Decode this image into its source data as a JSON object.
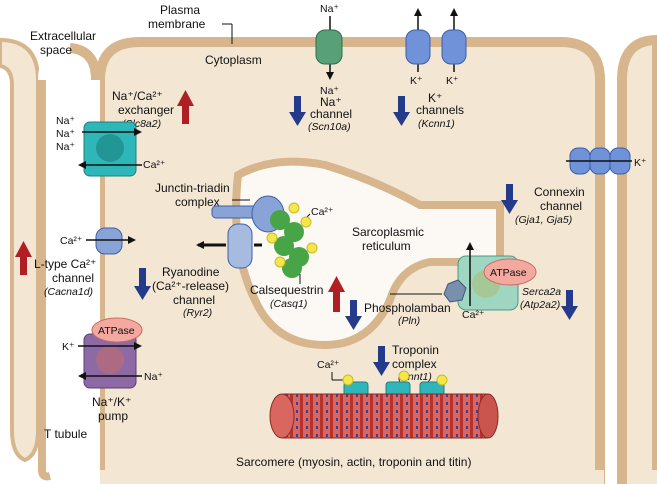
{
  "colors": {
    "cytoplasm": "#f3e7d4",
    "membrane": "#d7b58d",
    "sr_fill": "#fcf9f5",
    "up_arrow": "#b01f24",
    "down_arrow": "#243a8a",
    "channel_blue": "#6f92d8",
    "na_channel_green": "#58a078",
    "exchanger_teal": "#2fb6b8",
    "pump_purple": "#8d6aa6",
    "calsequestrin_green": "#47a447",
    "ca_yellow": "#f3e74a",
    "atpase_pink": "#f3a9a0"
  },
  "labels": {
    "extracellular_1": "Extracellular",
    "extracellular_2": "space",
    "plasma_1": "Plasma",
    "plasma_2": "membrane",
    "cytoplasm": "Cytoplasm",
    "na_top": "Na⁺",
    "na_bottom": "Na⁺",
    "k1": "K⁺",
    "k2": "K⁺",
    "na_channel_1": "Na⁺",
    "na_channel_2": "channel",
    "na_channel_gene": "(Scn10a)",
    "k_channels_1": "K⁺",
    "k_channels_2": "channels",
    "k_channels_gene": "(Kcnn1)",
    "exch_1": "Na⁺/Ca²⁺",
    "exch_2": "exchanger",
    "exch_gene": "(Slc8a2)",
    "exch_na1": "Na⁺",
    "exch_na2": "Na⁺",
    "exch_na3": "Na⁺",
    "exch_ca": "Ca²⁺",
    "connexin_k": "K⁺",
    "connexin_1": "Connexin",
    "connexin_2": "channel",
    "connexin_gene": "(Gja1, Gja5)",
    "junctin_1": "Junctin-triadin",
    "junctin_2": "complex",
    "ryr_ca": "Ca²⁺",
    "ltype_ca": "Ca²⁺",
    "ltype_1": "L-type Ca²⁺",
    "ltype_2": "channel",
    "ltype_gene": "(Cacna1d)",
    "sr_1": "Sarcoplasmic",
    "sr_2": "reticulum",
    "ryr_1": "Ryanodine",
    "ryr_2": "(Ca²⁺-release)",
    "ryr_3": "channel",
    "ryr_gene": "(Ryr2)",
    "casq": "Calsequestrin",
    "casq_gene": "(Casq1)",
    "atpase_serca": "ATPase",
    "atpase_pump": "ATPase",
    "pln": "Phospholamban",
    "pln_gene": "(Pln)",
    "serca_ca": "Ca²⁺",
    "serca_1": "Serca2a",
    "serca_gene": "(Atp2a2)",
    "pump_k": "K⁺",
    "pump_na": "Na⁺",
    "pump_1": "Na⁺/K⁺",
    "pump_2": "pump",
    "ttubule": "T tubule",
    "trop_ca": "Ca²⁺",
    "trop_1": "Troponin",
    "trop_2": "complex",
    "trop_gene": "(Tnnt1)",
    "sarcomere": "Sarcomere (myosin, actin, troponin and titin)"
  }
}
